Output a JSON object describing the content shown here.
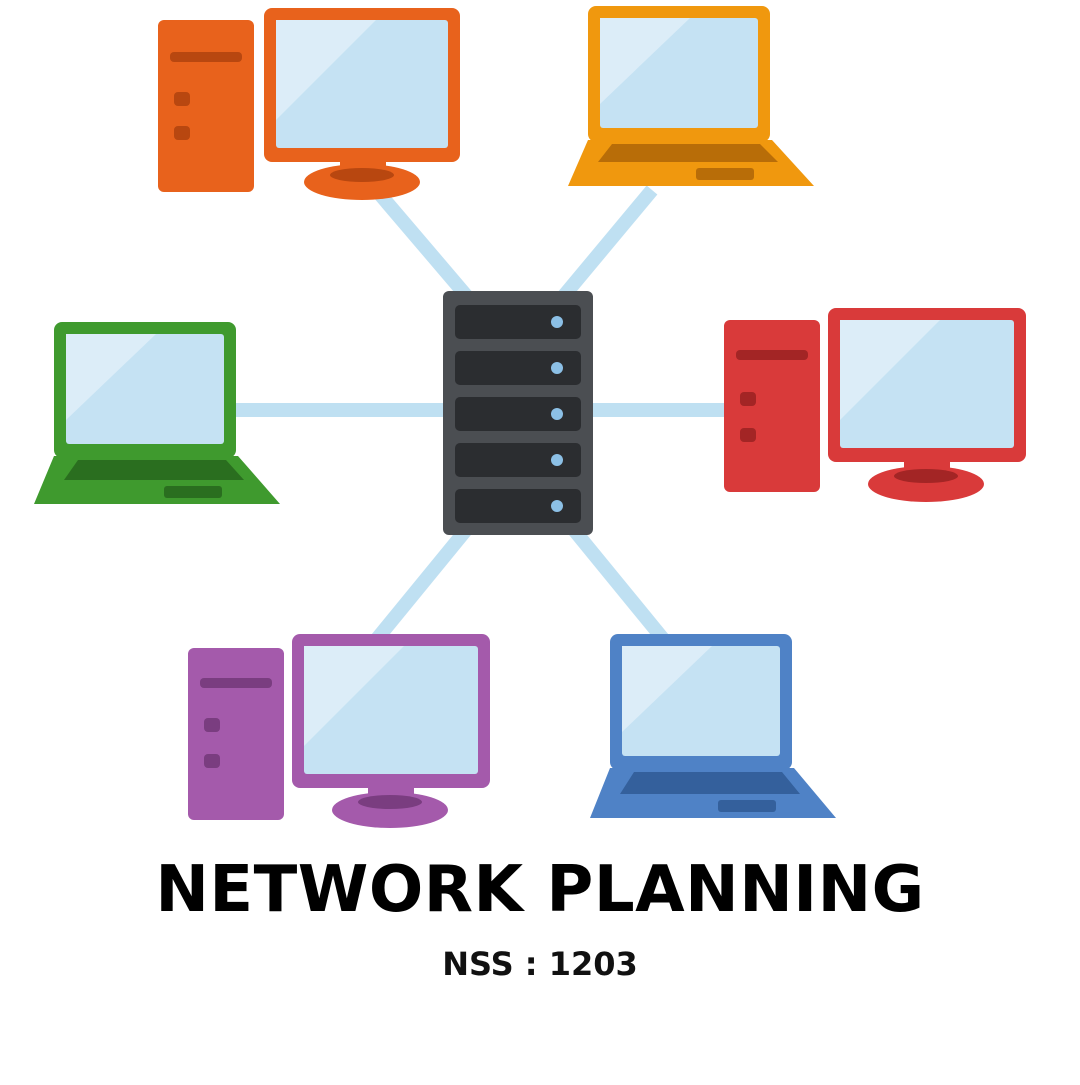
{
  "title": "NETWORK PLANNING",
  "subtitle": "NSS : 1203",
  "colors": {
    "link": "#bfe0f2",
    "screen": "#c5e2f3",
    "server": "#4b4e52",
    "server_slot": "#2b2d30",
    "server_led": "#8cc0e6",
    "desktop_top_left": "#e8621c",
    "laptop_top_right": "#f0980e",
    "laptop_left": "#3f9a2e",
    "desktop_right": "#d93a3a",
    "desktop_bottom_left": "#a45aab",
    "laptop_bottom_right": "#4f82c6"
  },
  "nodes": [
    {
      "id": "desktop-top-left",
      "kind": "desktop",
      "color": "desktop_top_left"
    },
    {
      "id": "laptop-top-right",
      "kind": "laptop",
      "color": "laptop_top_right"
    },
    {
      "id": "laptop-left",
      "kind": "laptop",
      "color": "laptop_left"
    },
    {
      "id": "desktop-right",
      "kind": "desktop",
      "color": "desktop_right"
    },
    {
      "id": "desktop-bottom-left",
      "kind": "desktop",
      "color": "desktop_bottom_left"
    },
    {
      "id": "laptop-bottom-right",
      "kind": "laptop",
      "color": "laptop_bottom_right"
    }
  ],
  "hub": {
    "id": "server-rack",
    "kind": "server"
  }
}
